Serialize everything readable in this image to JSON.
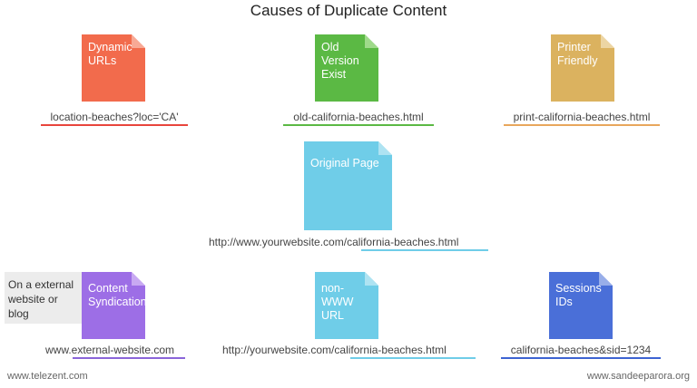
{
  "title": "Causes of Duplicate Content",
  "docs": {
    "dynamic": {
      "label": "Dynamic\nURLs",
      "color": "#f26b4c",
      "fold": "#f8a995",
      "caption": "location-beaches?loc='CA'",
      "underline": "#e8453c"
    },
    "old": {
      "label": "Old\nVersion\nExist",
      "color": "#5bb944",
      "fold": "#9fda8a",
      "caption": "old-california-beaches.html",
      "underline": "#5bb944"
    },
    "printer": {
      "label": "Printer\nFriendly",
      "color": "#dbb25f",
      "fold": "#ecd5a3",
      "caption": "print-california-beaches.html",
      "underline": "#e8a75c"
    },
    "original": {
      "label": "Original Page",
      "color": "#6fcde8",
      "fold": "#aee3f2",
      "caption_plain": "http://www.yourwebsite.com/",
      "caption_underlined": "california-beaches.html",
      "underline": "#6fcde8"
    },
    "syndication": {
      "label": "Content\nSyndication",
      "color": "#9d6ee6",
      "fold": "#c8a9f2",
      "caption_plain": "www.",
      "caption_underlined": "external-website.com",
      "underline": "#8a65d9"
    },
    "nonwww": {
      "label": "non-WWW\nURL",
      "color": "#6fcde8",
      "fold": "#aee3f2",
      "caption_plain": "http://yourwebsite.com/",
      "caption_underlined": "california-beaches.html",
      "underline": "#6fcde8"
    },
    "sessions": {
      "label": "Sessions\nIDs",
      "color": "#4a6fd8",
      "fold": "#98aee9",
      "caption": "california-beaches&sid=1234",
      "underline": "#3d63d2"
    }
  },
  "note": "On a external\nwebsite or\nblog",
  "footer": {
    "left": "www.telezent.com",
    "right": "www.sandeeparora.org"
  }
}
